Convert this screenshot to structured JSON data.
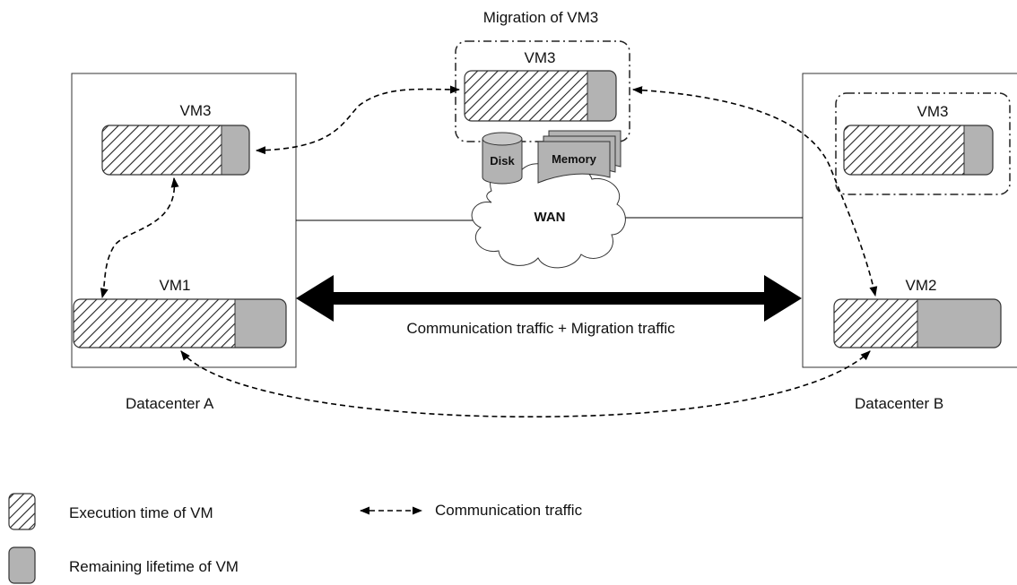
{
  "title": "Migration of VM3",
  "datacenters": {
    "a": {
      "label": "Datacenter A"
    },
    "b": {
      "label": "Datacenter B"
    }
  },
  "vms": {
    "vm3_dc_a": {
      "label": "VM3",
      "execution_fraction": 0.81
    },
    "vm1": {
      "label": "VM1",
      "execution_fraction": 0.76
    },
    "vm3_migrating": {
      "label": "VM3",
      "execution_fraction": 0.81
    },
    "vm3_dc_b": {
      "label": "VM3",
      "execution_fraction": 0.81
    },
    "vm2": {
      "label": "VM2",
      "execution_fraction": 0.5
    }
  },
  "storage": {
    "disk": "Disk",
    "memory": "Memory"
  },
  "network": {
    "wan": "WAN",
    "traffic": "Communication traffic + Migration traffic"
  },
  "legend": {
    "execution": "Execution time of VM",
    "remaining": "Remaining lifetime of VM",
    "communication": "Communication traffic"
  },
  "colors": {
    "remaining": "#b3b3b3",
    "outline": "#333333",
    "arrow": "#000000"
  }
}
